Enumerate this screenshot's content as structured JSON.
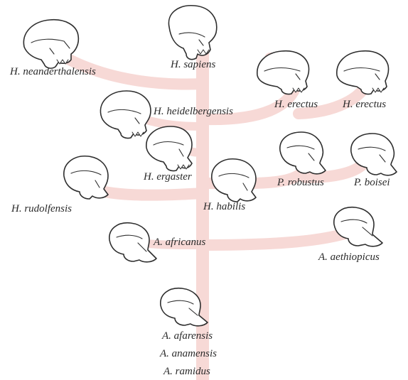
{
  "colors": {
    "branch": "#f7d9d6",
    "outline": "#2e2e2e",
    "text": "#2a2a2a",
    "background": "#ffffff"
  },
  "species": {
    "neanderthalensis": "H. neanderthalensis",
    "sapiens": "H. sapiens",
    "erectus_1": "H. erectus",
    "erectus_2": "H. erectus",
    "heidelbergensis": "H. heidelbergensis",
    "ergaster": "H. ergaster",
    "robustus": "P. robustus",
    "boisei": "P. boisei",
    "rudolfensis": "H. rudolfensis",
    "habilis": "H. habilis",
    "africanus": "A. africanus",
    "aethiopicus": "A. aethiopicus",
    "afarensis": "A. afarensis",
    "anamensis": "A. anamensis",
    "ramidus": "A. ramidus"
  },
  "skull_icons": [
    "neanderthalensis-skull-icon",
    "sapiens-skull-icon",
    "erectus-skull-icon",
    "erectus-skull-icon",
    "heidelbergensis-skull-icon",
    "ergaster-skull-icon",
    "robustus-skull-icon",
    "boisei-skull-icon",
    "rudolfensis-skull-icon",
    "habilis-skull-icon",
    "africanus-skull-icon",
    "aethiopicus-skull-icon",
    "afarensis-skull-icon"
  ]
}
